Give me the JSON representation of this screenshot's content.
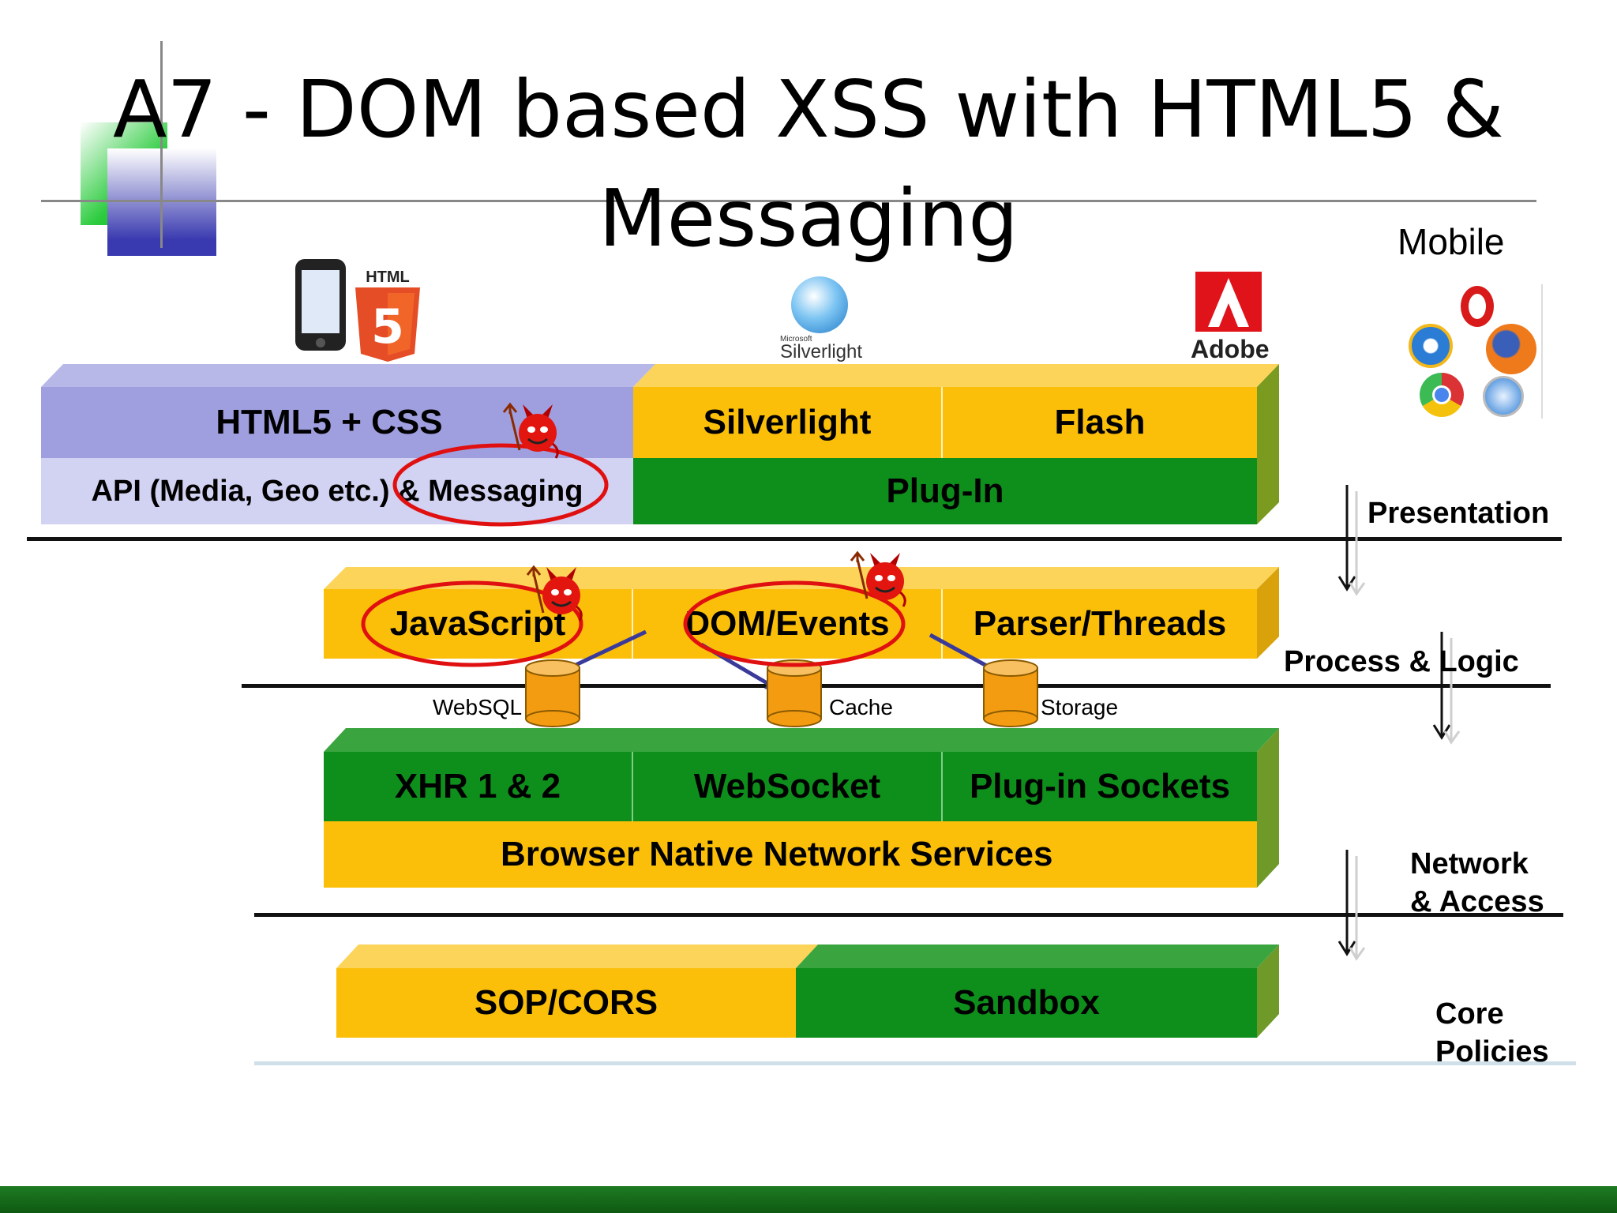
{
  "slide": {
    "title": "A7 - DOM based XSS with HTML5 & Messaging"
  },
  "logos": {
    "html5_caption": "HTML",
    "silverlight_caption_small": "Microsoft",
    "silverlight_caption": "Silverlight",
    "adobe_caption": "Adobe",
    "mobile_label": "Mobile"
  },
  "presentation_layer": {
    "html_css": "HTML5 + CSS",
    "api": "API (Media, Geo etc.) & Messaging",
    "silverlight": "Silverlight",
    "flash": "Flash",
    "plugin": "Plug-In"
  },
  "logic_layer": {
    "javascript": "JavaScript",
    "dom_events": "DOM/Events",
    "parser_threads": "Parser/Threads"
  },
  "storage": {
    "websql": "WebSQL",
    "cache": "Cache",
    "storage": "Storage"
  },
  "network_layer": {
    "xhr": "XHR 1 & 2",
    "websocket": "WebSocket",
    "plugin_sockets": "Plug-in Sockets",
    "native": "Browser Native  Network Services"
  },
  "core_layer": {
    "sop_cors": "SOP/CORS",
    "sandbox": "Sandbox"
  },
  "side_labels": {
    "presentation": "Presentation",
    "process_logic": "Process & Logic",
    "network_line1": "Network",
    "network_line2": "& Access",
    "core_line1": "Core",
    "core_line2": "Policies"
  },
  "colors": {
    "yellow": "#fbbf0a",
    "green": "#0e8f1c",
    "lavender": "#9f9fdf",
    "light_lavender": "#d2d2f2",
    "highlight_red": "#e01010"
  }
}
